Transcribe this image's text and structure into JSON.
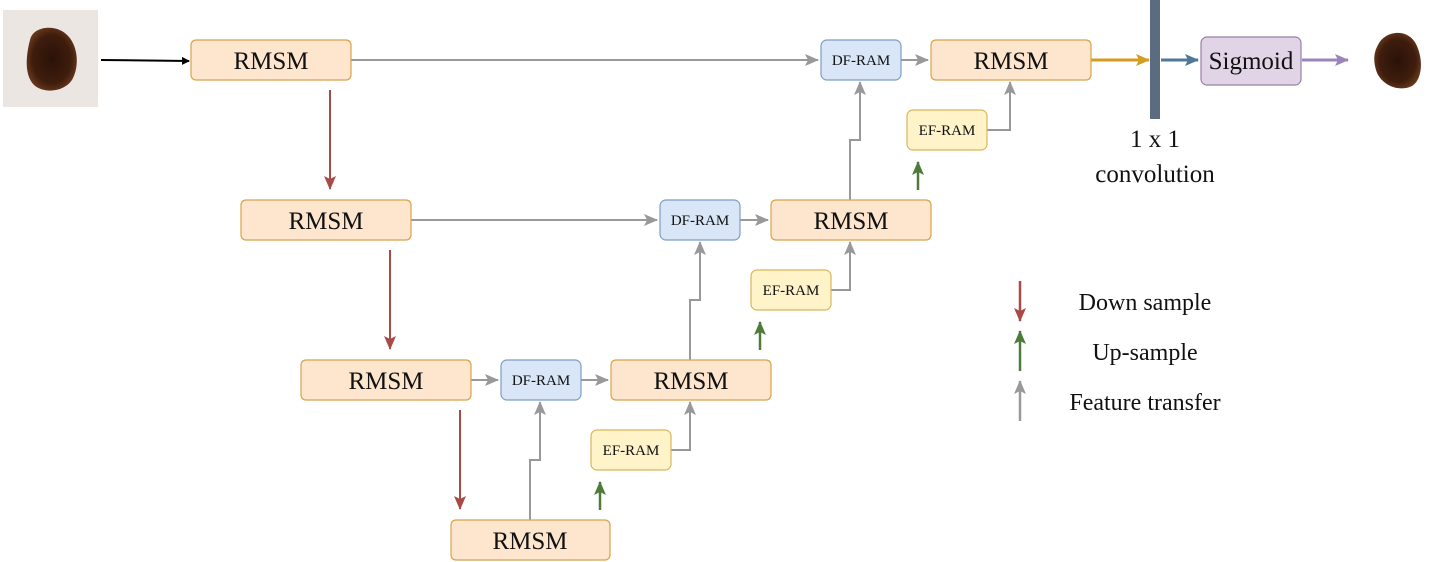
{
  "colors": {
    "rmsm_fill": "#fde5ce",
    "rmsm_stroke": "#d7a44a",
    "df_fill": "#d9e6f7",
    "df_stroke": "#7f9cc4",
    "ef_fill": "#fff3c9",
    "ef_stroke": "#d8b65a",
    "sigmoid_fill": "#e2d4e7",
    "sigmoid_stroke": "#9a7fa5",
    "conv_bar": "#5b6b80",
    "down_arrow": "#a84a46",
    "up_arrow": "#4f7a3a",
    "transfer_arrow": "#999999",
    "input_arrow": "#000000",
    "orange_arrow": "#d59c22",
    "blue_arrow": "#4f7799",
    "purple_arrow": "#9a84bb",
    "lesion": "#3a1a0c"
  },
  "nodes": {
    "rmsm_label": "RMSM",
    "df_ram_label": "DF-RAM",
    "ef_ram_label": "EF-RAM",
    "sigmoid_label": "Sigmoid"
  },
  "conv": {
    "label_line1": "1 x 1",
    "label_line2": "convolution"
  },
  "legend": {
    "down": "Down sample",
    "up": "Up-sample",
    "transfer": "Feature transfer"
  },
  "icons": {
    "input": "input-lesion-image",
    "output": "output-lesion-mask"
  }
}
